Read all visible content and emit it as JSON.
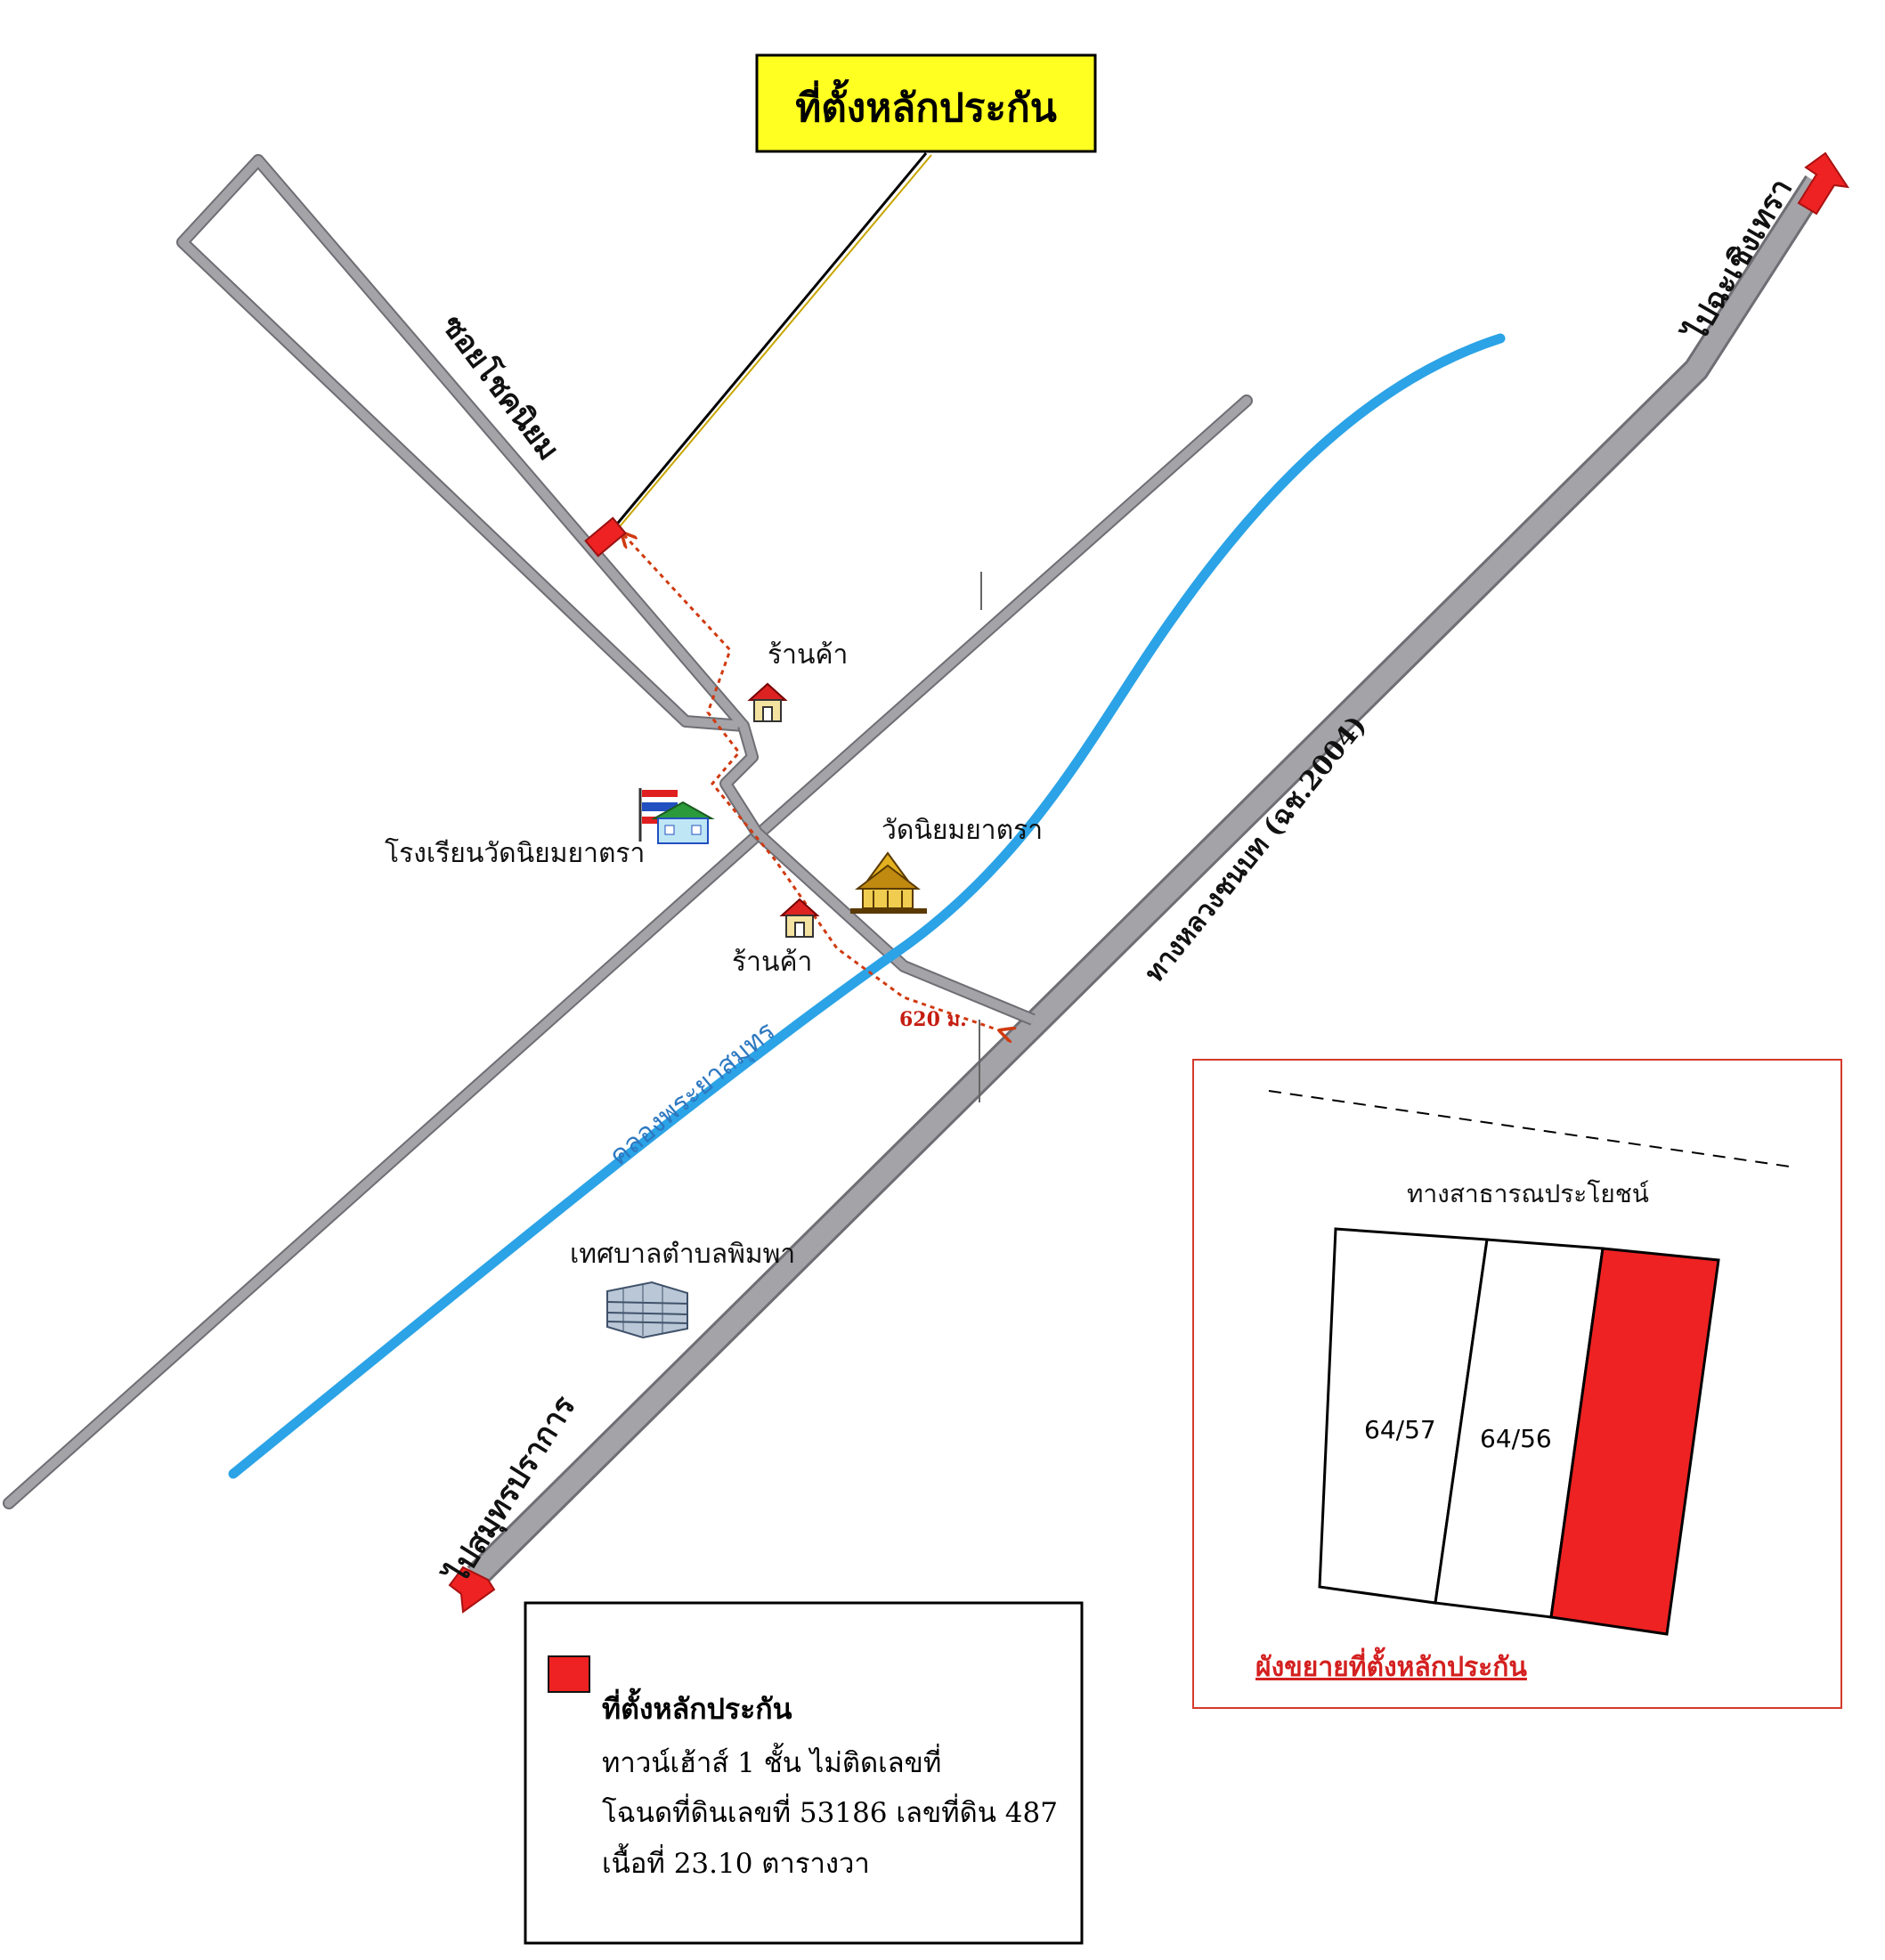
{
  "title_box": {
    "text": "ที่ตั้งหลักประกัน"
  },
  "roads": {
    "soi": "ซอยโชคนิยม",
    "highway": "ทางหลวงชนบท (ฉช.2004)",
    "to_chachoengsao": "ไปฉะเชิงเทรา",
    "to_samut_prakan": "ไปสมุทรปราการ"
  },
  "canal": {
    "name": "คลองพระยาสมุทร"
  },
  "landmarks": {
    "shop_upper": "ร้านค้า",
    "shop_lower": "ร้านค้า",
    "school": "โรงเรียนวัดนิยมยาตรา",
    "temple": "วัดนิยมยาตรา",
    "municipality": "เทศบาลตำบลพิมพา"
  },
  "route": {
    "distance": "620 ม."
  },
  "legend": {
    "title": "ที่ตั้งหลักประกัน",
    "line1": "ทาวน์เฮ้าส์ 1 ชั้น ไม่ติดเลขที่",
    "line2": "โฉนดที่ดินเลขที่ 53186 เลขที่ดิน 487",
    "line3": "เนื้อที่ 23.10 ตารางวา"
  },
  "inset": {
    "road": "ทางสาธารณประโยชน์",
    "plot1": "64/57",
    "plot2": "64/56",
    "caption": "ผังขยายที่ตั้งหลักประกัน"
  },
  "colors": {
    "road": "#9a9aa0",
    "road_edge": "#6e6e74",
    "canal": "#2ba3e6",
    "highlight": "#ee2222",
    "title_bg": "#ffff22",
    "route": "#d03a10"
  }
}
